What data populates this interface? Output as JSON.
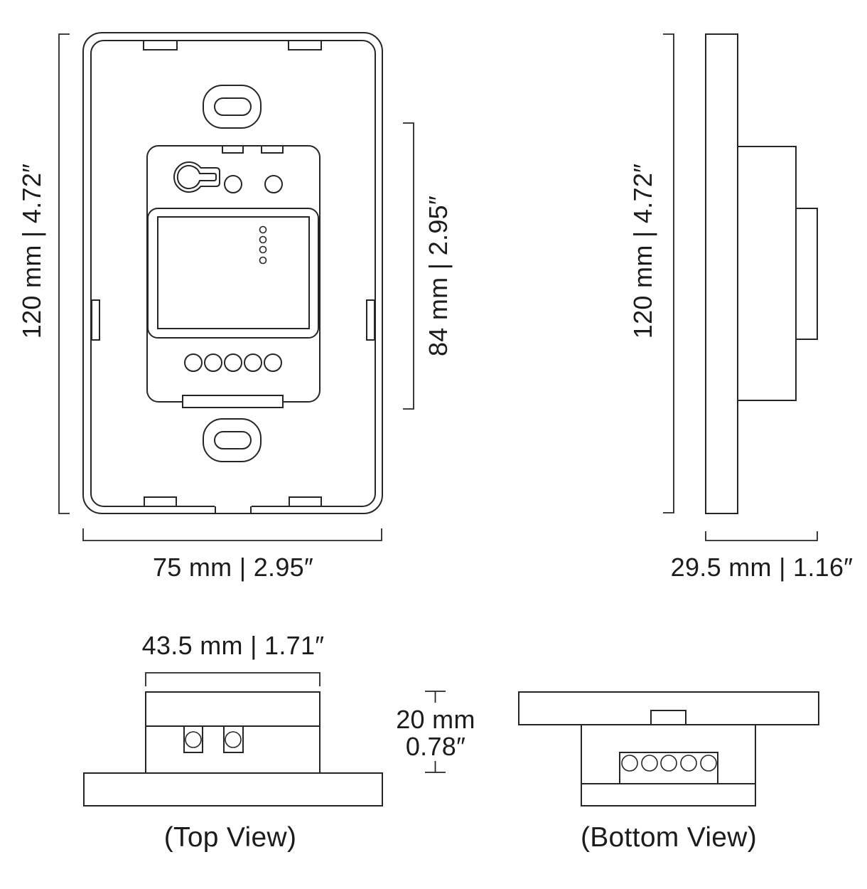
{
  "front_view": {
    "height_label": "120 mm | 4.72″",
    "module_height_label": "84 mm | 2.95″",
    "width_label": "75 mm | 2.95″"
  },
  "side_view": {
    "height_label": "120 mm | 4.72″",
    "depth_label": "29.5 mm | 1.16″"
  },
  "top_view": {
    "caption": "(Top View)",
    "width_label": "43.5 mm | 1.71″",
    "depth_label_metric": "20 mm",
    "depth_label_imperial": "0.78″"
  },
  "bottom_view": {
    "caption": "(Bottom View)"
  },
  "colors": {
    "line": "#262626",
    "text": "#1c1c1c",
    "background": "#ffffff"
  }
}
